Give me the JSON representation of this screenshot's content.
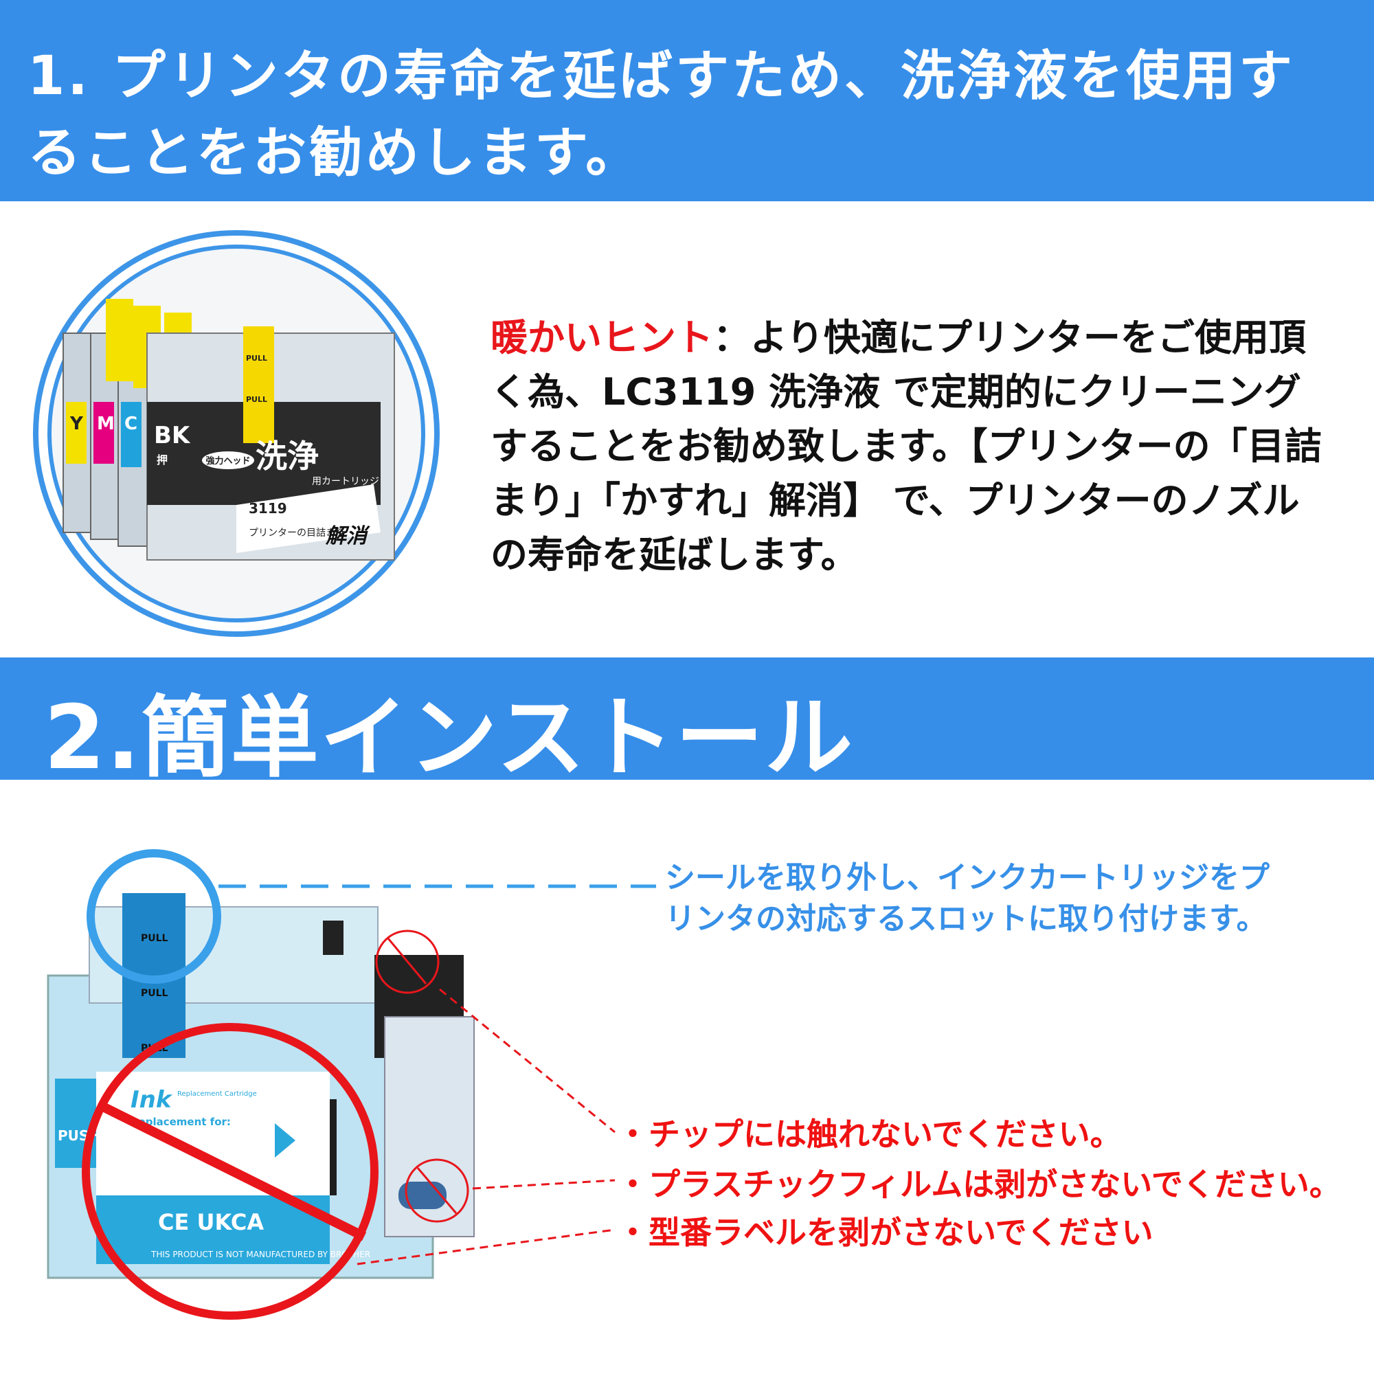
{
  "section1": {
    "title_line1": "1. プリンタの寿命を延ばすため、洗浄液を使用す",
    "title_line2": "ることをお勧めします。",
    "tip_label": "暖かいヒント",
    "tip_body": "：より快適にプリンターをご使用頂く為、LC3119 洗浄液 で定期的にクリーニングすることをお勧め致します。【プリンターの「目詰まり」「かすれ」解消】 で、プリンターのノズルの寿命を延ばします。",
    "product_image": {
      "cartridge_labels": [
        "Y",
        "M",
        "C",
        "BK"
      ],
      "pull_tab": "PULL",
      "press_label": "押",
      "head_label": "強力ヘッド",
      "cleaner_label": "洗浄",
      "cleaner_sub": "用カートリッジ",
      "model": "3119",
      "caption_small": "プリンターの目詰まり",
      "caption_big": "解消"
    }
  },
  "section2": {
    "title": "2.簡単インストール",
    "note_install_line1": "シールを取り外し、インクカートリッジをプ",
    "note_install_line2": "リンタの対応するスロットに取り付けます。",
    "warnings": [
      "・チップには触れないでください。",
      "・プラスチックフィルムは剥がさないでください。",
      "・型番ラベルを剥がさないでください"
    ],
    "cartridge_image": {
      "pull_tab": "PULL",
      "push_label": "PUSH",
      "brand": "Ink",
      "brand_sub": "Replacement Cartridge",
      "replacement_for": "Replacement for:",
      "marks": "CE UKCA",
      "disclaimer": "THIS PRODUCT IS NOT MANUFACTURED BY BROTHER"
    }
  },
  "colors": {
    "band": "#368ee9",
    "warning": "#ef1212",
    "note": "#3790e8",
    "cyan": "#29a8dc"
  }
}
